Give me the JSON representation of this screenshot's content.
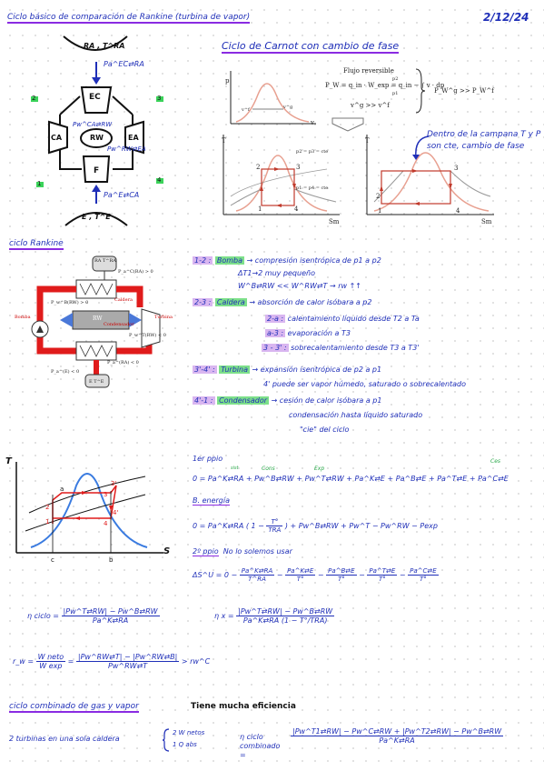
{
  "header": {
    "title": "Ciclo básico de comparación de Rankine (turbina de vapor)",
    "date": "2/12/24"
  },
  "diagram1": {
    "top_source": "RA , T^RA",
    "top_heat": "Pa^EC⇄RA",
    "ec": "EC",
    "ca": "CA",
    "ea": "EA",
    "f": "F",
    "w": "RW",
    "pw_left": "Pw^CA⇄RW",
    "pw_right": "Pw^RW⇄EA",
    "bottom_heat": "Pa^E⇄CA",
    "bottom_sink": "E , T^E",
    "n2": "2",
    "n3": "3",
    "n1": "1",
    "n4": "4"
  },
  "carnot": {
    "title": "Ciclo de Carnot con cambio de fase",
    "flujo": "Flujo reversible",
    "eq1": "P_W = q_in · W_exp = q_in − ∫ v · dp",
    "eq_lim_low": "p1",
    "eq_lim_high": "p2",
    "v_ineq": "v^g >> v^f",
    "p_ineq": "P_W^g >> P_W^f",
    "label_p": "p",
    "label_v": "v",
    "vf": "v^f",
    "vg": "v^g",
    "pv_left_p": "p2 = p3 = cte",
    "pv_left_p2": "p1 = p4 = cte",
    "t_axis": "T",
    "s_axis": "Sm",
    "n1": "1",
    "n2": "2",
    "n3": "3",
    "n4": "4",
    "note": "Dentro de la campana T y P son cte, cambio de fase"
  },
  "rankine": {
    "title": "ciclo Rankine",
    "diagram": {
      "top": "RA T^RA",
      "pa_ca": "P_a^C(RA) > 0",
      "caldera": "Caldera",
      "condensador": "Condensador",
      "rw": "RW",
      "bomba": "Bomba",
      "turbina": "Turbina",
      "pw_b": "P_w^B(RW) > 0",
      "pw_t": "P_w^T(RW) < 0",
      "pa_cond": "P_a^(E) < 0",
      "pa_e": "P_a^(RA) < 0",
      "bottom": "E T^E"
    },
    "steps": [
      {
        "tag": "1-2 :",
        "name": "Bomba",
        "text": "→ compresión isentrópica de p1 a p2"
      },
      {
        "tag": "",
        "name": "",
        "text": "ΔT1→2 muy pequeño"
      },
      {
        "tag": "",
        "name": "",
        "text": "W^B⇄RW << W^RW⇄T → rw ↑↑"
      },
      {
        "tag": "2-3 :",
        "name": "Caldera",
        "text": "→ absorción de calor isóbara a p2"
      },
      {
        "tag": "2-a :",
        "name": "",
        "text": "calentamiento líquido desde T2 a Ta"
      },
      {
        "tag": "a-3 :",
        "name": "",
        "text": "evaporación a T3"
      },
      {
        "tag": "3 - 3' :",
        "name": "",
        "text": "sobrecalentamiento desde T3 a T3'"
      },
      {
        "tag": "3'-4' :",
        "name": "Turbina",
        "text": "→ expansión isentrópica de p2 a p1"
      },
      {
        "tag": "",
        "name": "",
        "text": "4' puede ser vapor húmedo, saturado o sobrecalentado"
      },
      {
        "tag": "4'-1 :",
        "name": "Condensador",
        "text": "→ cesión de calor isóbara a p1"
      },
      {
        "tag": "",
        "name": "",
        "text": "condensación hasta líquido saturado"
      },
      {
        "tag": "",
        "name": "",
        "text": "\"cie\" del ciclo"
      }
    ]
  },
  "balance": {
    "first_title": "1er ppio",
    "sub_sist": "sist",
    "sub_cons": "Cons",
    "sub_exp": "Exp",
    "sub_ces": "Ces",
    "first_eq": "0 = Pa^K⇄RA + Pw^B⇄RW + Pw^T⇄RW + Pa^K⇄E + Pa^B⇄E + Pa^T⇄E + Pa^C⇄E",
    "energy_title": "B. energía",
    "energy_eq_l": "0 = Pa^K⇄RA",
    "energy_eq_frac_n": "T°",
    "energy_eq_frac_d": "TRA",
    "energy_eq_r": "+ Pw^B⇄RW + Pw^T − Pw^RW − Pexp",
    "second_title": "2º ppio",
    "second_note": "No lo solemos usar",
    "second_eq_l": "ΔS^U = 0 −",
    "second_terms": [
      {
        "n": "Pa^K⇄RA",
        "d": "T^RA"
      },
      {
        "n": "Pa^K⇄E",
        "d": "T°"
      },
      {
        "n": "Pa^B⇄E",
        "d": "T°"
      },
      {
        "n": "Pa^T⇄E",
        "d": "T°"
      },
      {
        "n": "Pa^C⇄E",
        "d": "T°"
      }
    ]
  },
  "ts_diagram": {
    "t_axis": "T",
    "s_axis": "S",
    "pts": [
      "a",
      "2",
      "1",
      "3",
      "3'",
      "4",
      "4'"
    ],
    "s_c": "c",
    "s_b": "b"
  },
  "efficiency": {
    "eta_ciclo": "η ciclo =",
    "eta_num": "|Pw^T⇄RW| − Pw^B⇄RW",
    "eta_den": "Pa^K⇄RA",
    "eta_x": "η x =",
    "eta_x_num": "|Pw^T⇄RW| − Pw^B⇄RW",
    "eta_x_den_l": "Pa^K⇄RA",
    "eta_x_den_f": "(1 − T°/TRA)",
    "rw": "r_w =",
    "rw_num": "W neto",
    "rw_den": "W exp",
    "rw_frac2_num": "|Pw^RW⇄T| − |Pw^RW⇄B|",
    "rw_frac2_den": "Pw^RW⇄T",
    "rw_tail": "> rw^C"
  },
  "combined": {
    "title": "ciclo combinado de gas y vapor",
    "subtitle": "Tiene mucha eficiencia",
    "line": "2 turbinas en una sola caldera",
    "brace1": "2 W netos",
    "brace2": "1 Q abs",
    "eta": "η ciclo combinado =",
    "eta_num": "|Pw^T1⇄RW| − Pw^C⇄RW + |Pw^T2⇄RW| − Pw^B⇄RW",
    "eta_den": "Pa^K⇄RA"
  },
  "colors": {
    "ink": "#1f2fb8",
    "pink": "#f7b7d0",
    "green": "#7de08a",
    "purple": "#d9b6f0",
    "red": "#e01b1b",
    "curve": "#e8a090"
  }
}
